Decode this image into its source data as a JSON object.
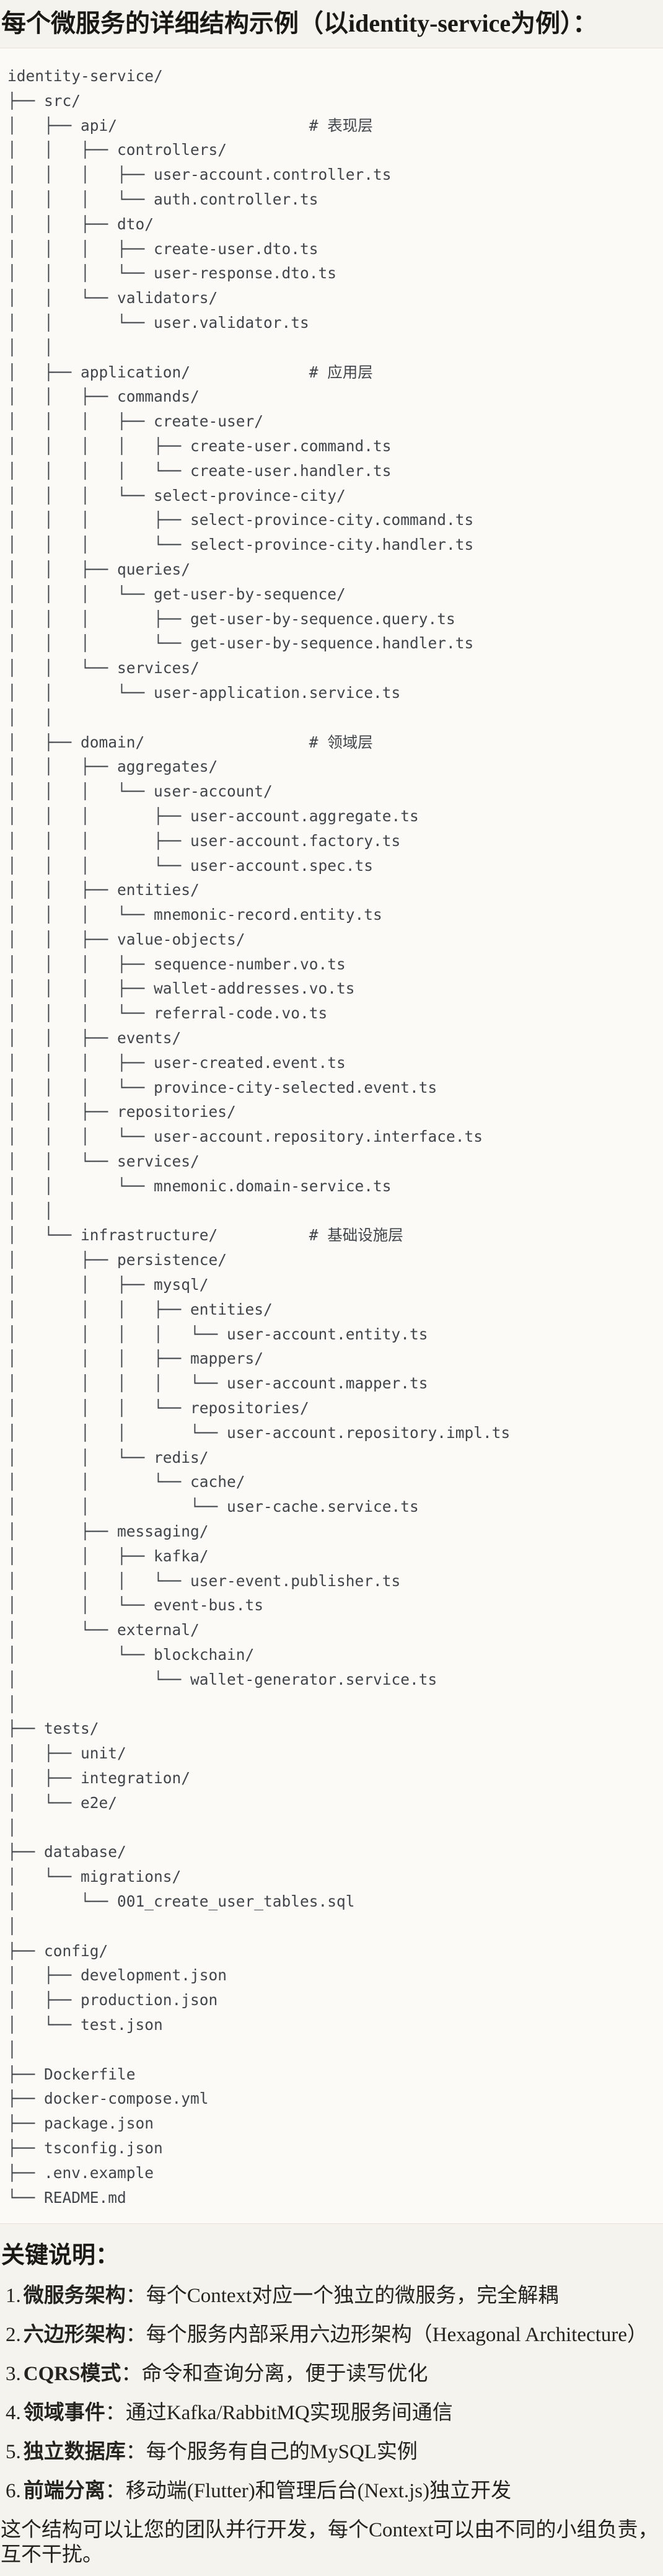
{
  "title": "每个微服务的详细结构示例（以identity-service为例）：",
  "tree": "identity-service/\n├── src/\n│   ├── api/                     # 表现层\n│   │   ├── controllers/\n│   │   │   ├── user-account.controller.ts\n│   │   │   └── auth.controller.ts\n│   │   ├── dto/\n│   │   │   ├── create-user.dto.ts\n│   │   │   └── user-response.dto.ts\n│   │   └── validators/\n│   │       └── user.validator.ts\n│   │\n│   ├── application/             # 应用层\n│   │   ├── commands/\n│   │   │   ├── create-user/\n│   │   │   │   ├── create-user.command.ts\n│   │   │   │   └── create-user.handler.ts\n│   │   │   └── select-province-city/\n│   │   │       ├── select-province-city.command.ts\n│   │   │       └── select-province-city.handler.ts\n│   │   ├── queries/\n│   │   │   └── get-user-by-sequence/\n│   │   │       ├── get-user-by-sequence.query.ts\n│   │   │       └── get-user-by-sequence.handler.ts\n│   │   └── services/\n│   │       └── user-application.service.ts\n│   │\n│   ├── domain/                  # 领域层\n│   │   ├── aggregates/\n│   │   │   └── user-account/\n│   │   │       ├── user-account.aggregate.ts\n│   │   │       ├── user-account.factory.ts\n│   │   │       └── user-account.spec.ts\n│   │   ├── entities/\n│   │   │   └── mnemonic-record.entity.ts\n│   │   ├── value-objects/\n│   │   │   ├── sequence-number.vo.ts\n│   │   │   ├── wallet-addresses.vo.ts\n│   │   │   └── referral-code.vo.ts\n│   │   ├── events/\n│   │   │   ├── user-created.event.ts\n│   │   │   └── province-city-selected.event.ts\n│   │   ├── repositories/\n│   │   │   └── user-account.repository.interface.ts\n│   │   └── services/\n│   │       └── mnemonic.domain-service.ts\n│   │\n│   └── infrastructure/          # 基础设施层\n│       ├── persistence/\n│       │   ├── mysql/\n│       │   │   ├── entities/\n│       │   │   │   └── user-account.entity.ts\n│       │   │   ├── mappers/\n│       │   │   │   └── user-account.mapper.ts\n│       │   │   └── repositories/\n│       │   │       └── user-account.repository.impl.ts\n│       │   └── redis/\n│       │       └── cache/\n│       │           └── user-cache.service.ts\n│       ├── messaging/\n│       │   ├── kafka/\n│       │   │   └── user-event.publisher.ts\n│       │   └── event-bus.ts\n│       └── external/\n│           └── blockchain/\n│               └── wallet-generator.service.ts\n│\n├── tests/\n│   ├── unit/\n│   ├── integration/\n│   └── e2e/\n│\n├── database/\n│   └── migrations/\n│       └── 001_create_user_tables.sql\n│\n├── config/\n│   ├── development.json\n│   ├── production.json\n│   └── test.json\n│\n├── Dockerfile\n├── docker-compose.yml\n├── package.json\n├── tsconfig.json\n├── .env.example\n└── README.md",
  "notes": {
    "heading": "关键说明：",
    "items": [
      {
        "num": "1.",
        "label": "微服务架构",
        "text": "：每个Context对应一个独立的微服务，完全解耦"
      },
      {
        "num": "2.",
        "label": "六边形架构",
        "text": "：每个服务内部采用六边形架构（Hexagonal Architecture）"
      },
      {
        "num": "3.",
        "label": "CQRS模式",
        "text": "：命令和查询分离，便于读写优化"
      },
      {
        "num": "4.",
        "label": "领域事件",
        "text": "：通过Kafka/RabbitMQ实现服务间通信"
      },
      {
        "num": "5.",
        "label": "独立数据库",
        "text": "：每个服务有自己的MySQL实例"
      },
      {
        "num": "6.",
        "label": "前端分离",
        "text": "：移动端(Flutter)和管理后台(Next.js)独立开发"
      }
    ],
    "footer": "这个结构可以让您的团队并行开发，每个Context可以由不同的小组负责，互不干扰。"
  },
  "colors": {
    "page_bg": "#f5f3ed",
    "code_bg": "#fbfaf7",
    "code_border": "#e3e1d9",
    "heading_text": "#1a1915",
    "body_text": "#24231f",
    "tree_text": "#414549"
  }
}
